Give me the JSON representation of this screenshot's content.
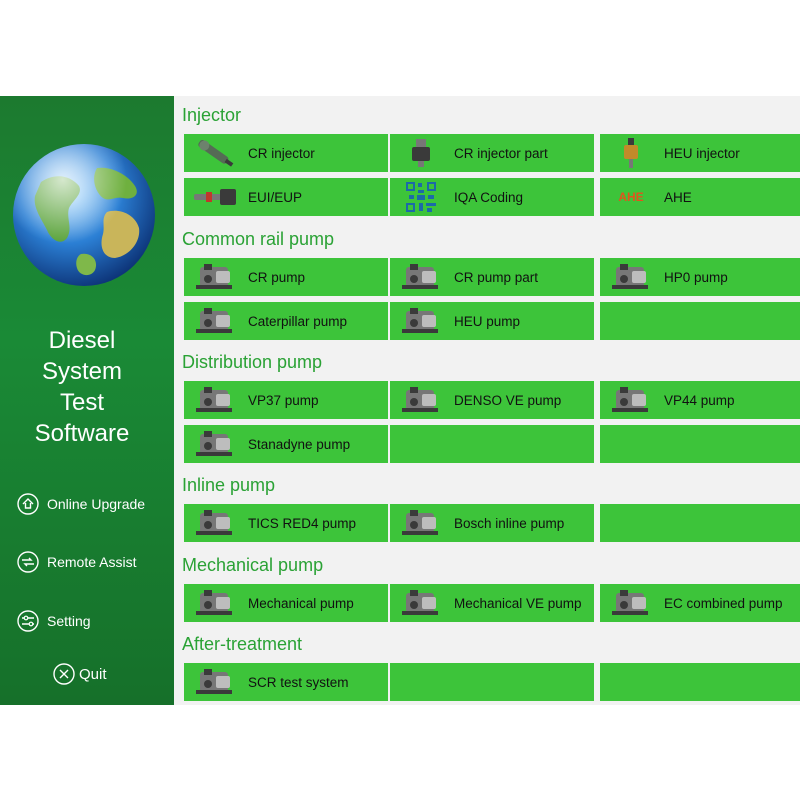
{
  "sidebar": {
    "title_lines": [
      "Diesel",
      "System",
      "Test",
      "Software"
    ],
    "items": [
      {
        "label": "Online Upgrade",
        "icon": "upgrade-icon"
      },
      {
        "label": "Remote Assist",
        "icon": "remote-assist-icon"
      },
      {
        "label": "Setting",
        "icon": "setting-icon"
      },
      {
        "label": "Quit",
        "icon": "close-circle-icon"
      }
    ]
  },
  "sections": [
    {
      "title": "Injector",
      "tiles": [
        {
          "label": "CR injector",
          "icon": "cr-injector-icon"
        },
        {
          "label": "CR injector part",
          "icon": "injector-part-icon"
        },
        {
          "label": "HEU injector",
          "icon": "heu-injector-icon"
        },
        {
          "label": "EUI/EUP",
          "icon": "eui-eup-icon"
        },
        {
          "label": "IQA Coding",
          "icon": "qr-code-icon"
        },
        {
          "label": "AHE",
          "icon": "ahe-logo-icon",
          "logo_text": "AHE"
        }
      ]
    },
    {
      "title": "Common rail pump",
      "tiles": [
        {
          "label": "CR pump",
          "icon": "cr-pump-icon"
        },
        {
          "label": "CR pump part",
          "icon": "pump-part-icon"
        },
        {
          "label": "HP0 pump",
          "icon": "hp0-pump-icon"
        },
        {
          "label": "Caterpillar pump",
          "icon": "caterpillar-pump-icon"
        },
        {
          "label": "HEU pump",
          "icon": "heu-pump-icon"
        },
        {
          "label": "",
          "icon": ""
        }
      ]
    },
    {
      "title": "Distribution pump",
      "tiles": [
        {
          "label": "VP37 pump",
          "icon": "vp37-pump-icon"
        },
        {
          "label": "DENSO VE pump",
          "icon": "denso-ve-pump-icon"
        },
        {
          "label": "VP44 pump",
          "icon": "vp44-pump-icon"
        },
        {
          "label": "Stanadyne pump",
          "icon": "stanadyne-pump-icon"
        },
        {
          "label": "",
          "icon": ""
        },
        {
          "label": "",
          "icon": ""
        }
      ]
    },
    {
      "title": "Inline pump",
      "tiles": [
        {
          "label": "TICS RED4 pump",
          "icon": "tics-red4-pump-icon"
        },
        {
          "label": "Bosch inline pump",
          "icon": "bosch-inline-pump-icon"
        },
        {
          "label": "",
          "icon": ""
        }
      ]
    },
    {
      "title": "Mechanical pump",
      "tiles": [
        {
          "label": "Mechanical pump",
          "icon": "mechanical-pump-icon"
        },
        {
          "label": "Mechanical VE pump",
          "icon": "mechanical-ve-pump-icon"
        },
        {
          "label": "EC combined pump",
          "icon": "ec-combined-pump-icon"
        }
      ]
    },
    {
      "title": "After-treatment",
      "tiles": [
        {
          "label": "SCR test system",
          "icon": "scr-system-icon"
        },
        {
          "label": "",
          "icon": ""
        },
        {
          "label": "",
          "icon": ""
        }
      ]
    }
  ],
  "colors": {
    "sidebar": "#1a8a36",
    "tile": "#3dc43a",
    "section_title": "#2aa235",
    "ahe_logo": "#e2531d"
  }
}
